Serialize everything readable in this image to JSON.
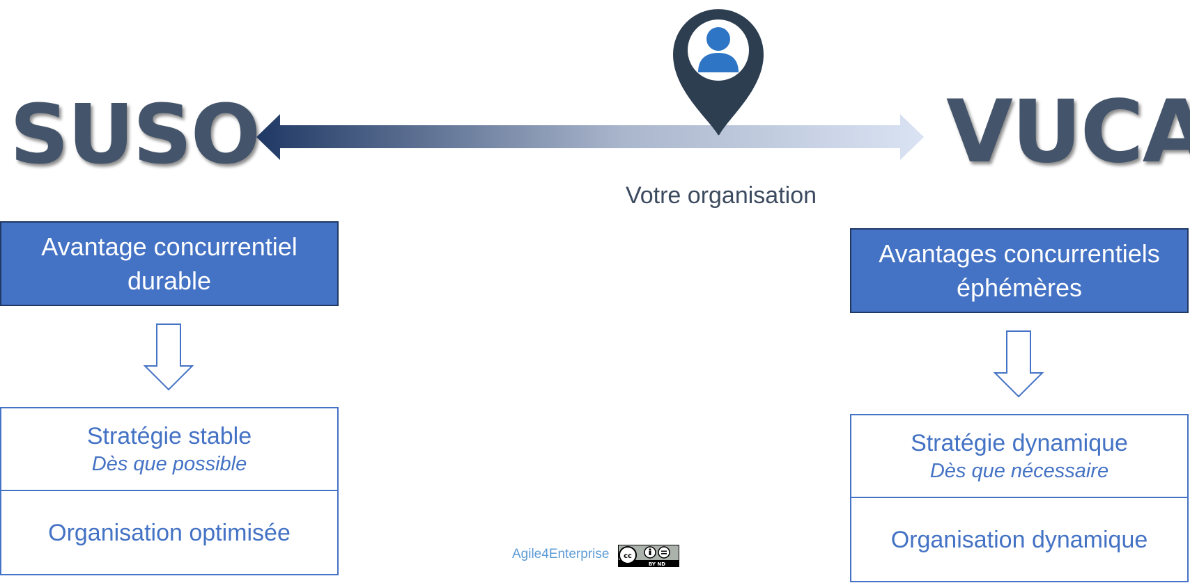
{
  "left": {
    "title": "SUSO",
    "box_top": "Avantage concurrentiel durable",
    "strategy": "Stratégie stable",
    "strategy_note": "Dès que possible",
    "organisation": "Organisation optimisée"
  },
  "right": {
    "title": "VUCA",
    "box_top": "Avantages concurrentiels éphémères",
    "strategy": "Stratégie dynamique",
    "strategy_note": "Dès que nécessaire",
    "organisation": "Organisation dynamique"
  },
  "marker": {
    "label": "Votre organisation",
    "icon": "map-pin-user-icon"
  },
  "footer": {
    "credit": "Agile4Enterprise",
    "license_icon": "cc-by-nd-icon",
    "license_text": "BY ND"
  },
  "colors": {
    "title": "#44546a",
    "box_fill": "#4472c4",
    "box_border": "#1f3864",
    "arrow_dark": "#1f3864",
    "arrow_light": "#dae3f3",
    "pin": "#2e3e51",
    "person": "#2e75c6"
  }
}
